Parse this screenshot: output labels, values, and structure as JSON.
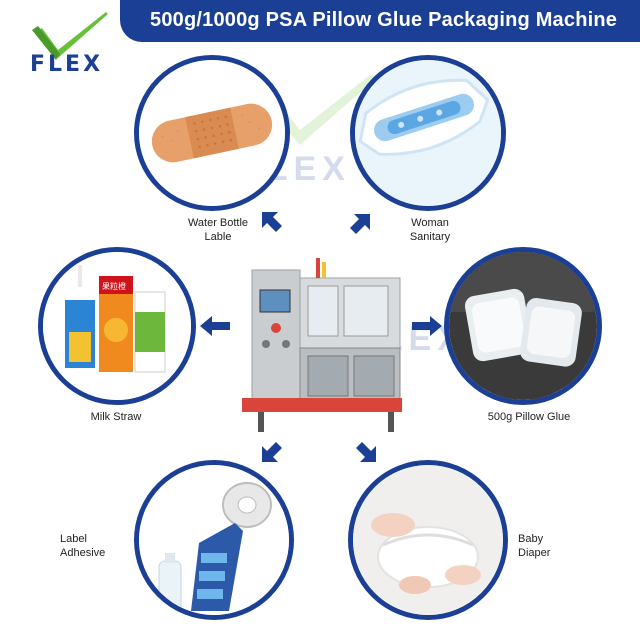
{
  "header": {
    "title": "500g/1000g PSA Pillow Glue Packaging Machine"
  },
  "logo": {
    "text": "FLEX",
    "color": "#1b3f95",
    "accent": "#6abf3a"
  },
  "watermark": {
    "text": "FLEX"
  },
  "applications": {
    "water_bottle": {
      "line1": "Water Bottle",
      "line2": "Lable"
    },
    "woman_sanitary": {
      "line1": "Woman",
      "line2": "Sanitary"
    },
    "milk_straw": {
      "label": "Milk Straw"
    },
    "pillow_glue": {
      "label": "500g Pillow Glue"
    },
    "label_adhesive": {
      "line1": "Label",
      "line2": "Adhesive"
    },
    "baby_diaper": {
      "line1": "Baby",
      "line2": "Diaper"
    }
  },
  "products": {
    "juice_brand": "果粒橙"
  },
  "colors": {
    "brand_blue": "#1b3f95",
    "brand_green": "#6abf3a",
    "machine_red": "#d9453a"
  }
}
